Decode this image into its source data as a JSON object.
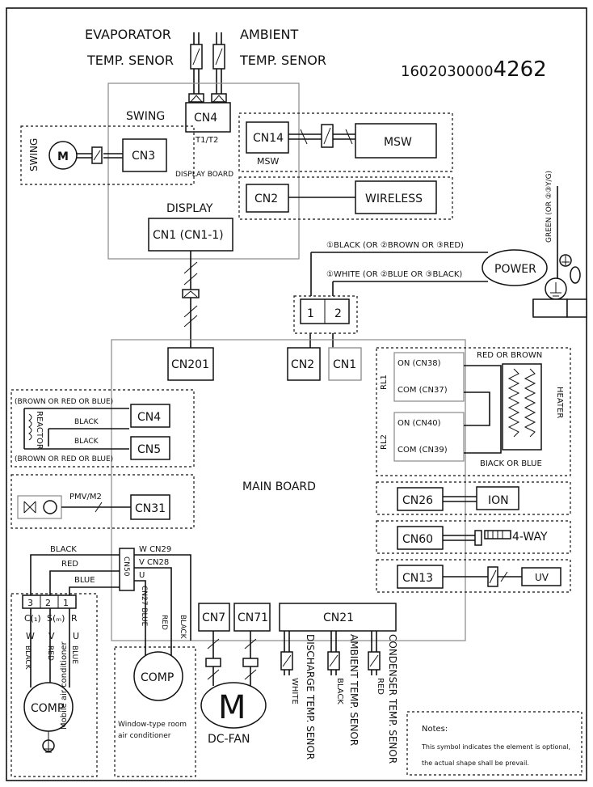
{
  "top": {
    "evaporator_line1": "EVAPORATOR",
    "evaporator_line2": "TEMP. SENOR",
    "ambient_line1": "AMBIENT",
    "ambient_line2": "TEMP. SENOR",
    "code_prefix": "1602030000",
    "code_suffix": "4262"
  },
  "display_board": {
    "label": "DISPLAY BOARD",
    "cn4": "CN4",
    "t1t2": "T1/T2",
    "swing_label": "SWING",
    "cn3": "CN3",
    "swing_motor_label": "SWING",
    "motor_glyph": "M",
    "cn14": "CN14",
    "msw_small": "MSW",
    "msw_box": "MSW",
    "cn2": "CN2",
    "wireless": "WIRELESS",
    "display_label": "DISPLAY",
    "cn1": "CN1 (CN1-1)"
  },
  "power": {
    "line1": "①BLACK (OR ②BROWN OR ③RED)",
    "line2": "①WHITE (OR ②BLUE OR ③BLACK)",
    "label": "POWER",
    "ground_label": "GREEN (OR ②③Y/G)",
    "term1": "1",
    "term2": "2"
  },
  "main_board": {
    "label": "MAIN BOARD",
    "cn201": "CN201",
    "cn2": "CN2",
    "cn1": "CN1",
    "cn4": "CN4",
    "cn5": "CN5",
    "cn31": "CN31",
    "cn26": "CN26",
    "cn60": "CN60",
    "cn13": "CN13",
    "cn7": "CN7",
    "cn71": "CN71",
    "cn21": "CN21",
    "cn50": "CN50"
  },
  "reactor": {
    "wire_top": "(BROWN OR RED OR BLUE)",
    "wire_bottom": "(BROWN OR RED OR BLUE)",
    "black1": "BLACK",
    "black2": "BLACK",
    "label": "REACTOR"
  },
  "pmv": {
    "label": "PMV/M2"
  },
  "heater": {
    "rl1": "RL1",
    "rl2": "RL2",
    "on38": "ON (CN38)",
    "com37": "COM (CN37)",
    "on40": "ON (CN40)",
    "com39": "COM (CN39)",
    "red_brown": "RED OR BROWN",
    "black_blue": "BIACK OR BLUE",
    "label": "HEATER"
  },
  "right_loads": {
    "ion": "ION",
    "four_way": "4-WAY",
    "uv": "UV"
  },
  "comp_mobile": {
    "black": "BLACK",
    "red": "RED",
    "blue": "BLUE",
    "t3": "3",
    "t2": "2",
    "t1": "1",
    "c": "C(₁)",
    "s": "S(ₘ)",
    "r": "R",
    "w": "W",
    "v": "V",
    "u": "U",
    "w_color": "BLACK",
    "v_color": "RED",
    "u_color": "BLUE",
    "comp": "COMP",
    "caption": "Mobile air conditioner"
  },
  "comp_window": {
    "w_cn29": "W CN29",
    "v_cn28": "V CN28",
    "u": "U",
    "cn27_blue": "CN27 BLUE",
    "red": "RED",
    "black": "BLACK",
    "comp": "COMP",
    "caption_line1": "Window-type room",
    "caption_line2": "air conditioner"
  },
  "fan": {
    "motor_glyph": "M",
    "label": "DC-FAN"
  },
  "sensors": {
    "white": "WHITE",
    "discharge": "DISCHARGE TEMP. SENOR",
    "black": "BLACK",
    "ambient": "AMBIENT TEMP. SENOR",
    "red": "RED",
    "condenser": "CONDENSER TEMP. SENOR"
  },
  "notes": {
    "title": "Notes:",
    "line1": "This symbol indicates the element is optional,",
    "line2": "the actual shape shall be prevail."
  }
}
